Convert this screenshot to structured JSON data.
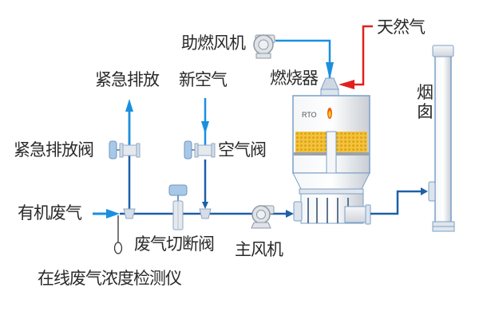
{
  "title": "RTO process flow diagram",
  "labels": {
    "combustion_fan": "助燃风机",
    "natural_gas": "天然气",
    "emergency_discharge": "紧急排放",
    "fresh_air": "新空气",
    "burner": "燃烧器",
    "chimney": "烟囱",
    "emergency_valve": "紧急排放阀",
    "air_valve": "空气阀",
    "organic_waste_gas": "有机废气",
    "waste_gas_shutoff_valve": "废气切断阀",
    "main_fan": "主风机",
    "online_analyzer": "在线废气浓度检测仪",
    "rto": "RTO"
  },
  "colors": {
    "air_line": "#1a8fe0",
    "process_line": "#1e5fa8",
    "gas_line": "#e02020",
    "equipment_fill": "#e8ecf0",
    "equipment_stroke": "#7aa0c8",
    "ceramic_bed": "#f0c030",
    "text": "#2a2a2a"
  }
}
